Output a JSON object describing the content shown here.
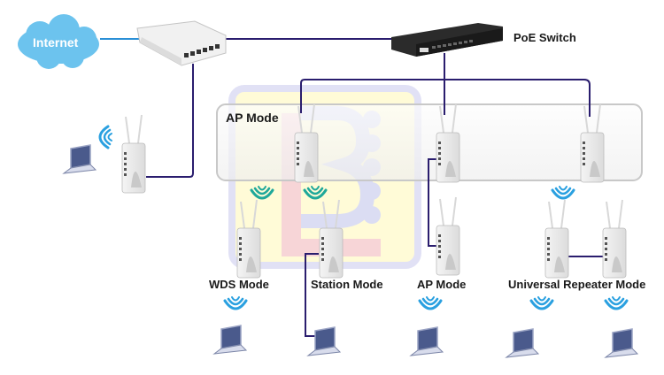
{
  "nodes": {
    "internet": {
      "label": "Internet"
    },
    "poe_switch": {
      "label": "PoE Switch"
    },
    "ap_mode_top": {
      "label": "AP Mode"
    },
    "wds_mode": {
      "label": "WDS Mode"
    },
    "station_mode": {
      "label": "Station Mode"
    },
    "ap_mode_bottom": {
      "label": "AP Mode"
    },
    "universal_repeater": {
      "label": "Universal Repeater Mode"
    }
  },
  "colors": {
    "cloud": "#6cc3ee",
    "wire_uplink": "#2a8fd6",
    "wire_lan": "#2a1d6e",
    "wifi": "#2aa0e0",
    "wifi_wds": "#1fa89a",
    "ap_mode_box_border": "#c8c8c8"
  }
}
